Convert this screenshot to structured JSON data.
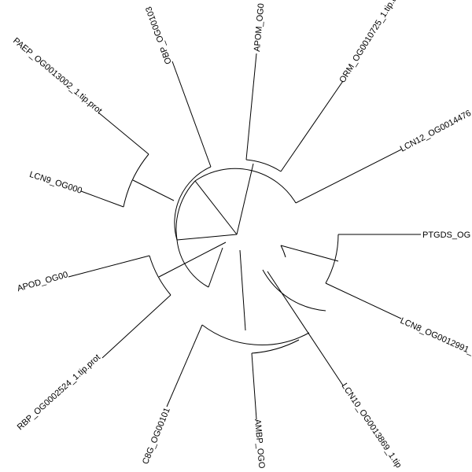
{
  "tree": {
    "line_color": "#000000",
    "background": "#ffffff",
    "leaves": [
      {
        "id": "obp",
        "label": "OBP_OG00103"
      },
      {
        "id": "apom",
        "label": "APOM_OG0"
      },
      {
        "id": "orm",
        "label": "ORM_OG0010725_1.tip.t"
      },
      {
        "id": "lcn12",
        "label": "LCN12_OG0014476"
      },
      {
        "id": "ptgds",
        "label": "PTGDS_OG"
      },
      {
        "id": "lcn8",
        "label": "LCN8_OG0012991_"
      },
      {
        "id": "lcn10",
        "label": "LCN10_OG0013869_1.tip"
      },
      {
        "id": "ambp",
        "label": "AMBP_OGO"
      },
      {
        "id": "c8g",
        "label": "C8G_OG00101"
      },
      {
        "id": "rbp",
        "label": "RBP_OG0002524_1.tip.prot"
      },
      {
        "id": "apod",
        "label": "APOD_OG00"
      },
      {
        "id": "lcn9",
        "label": "LCN9_OG000"
      },
      {
        "id": "paep",
        "label": "PAEP_OG0013002_1.tip.prot"
      }
    ]
  }
}
